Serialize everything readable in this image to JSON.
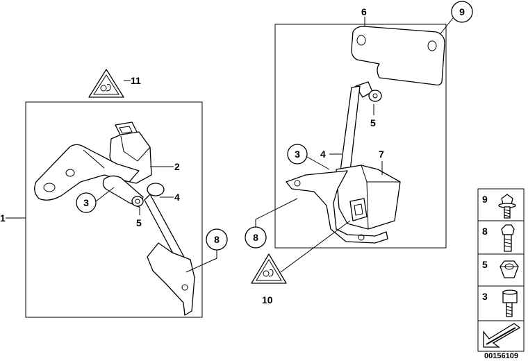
{
  "diagram": {
    "callouts": {
      "c1": "1",
      "c2": "2",
      "c3a": "3",
      "c4a": "4",
      "c5a": "5",
      "c8a": "8",
      "c11": "11",
      "c6": "6",
      "c9": "9",
      "c3b": "3",
      "c4b": "4",
      "c5b": "5",
      "c7": "7",
      "c8b": "8",
      "c10": "10"
    },
    "legend": {
      "items": [
        "9",
        "8",
        "5",
        "3"
      ]
    },
    "drawing_number": "00156109"
  }
}
